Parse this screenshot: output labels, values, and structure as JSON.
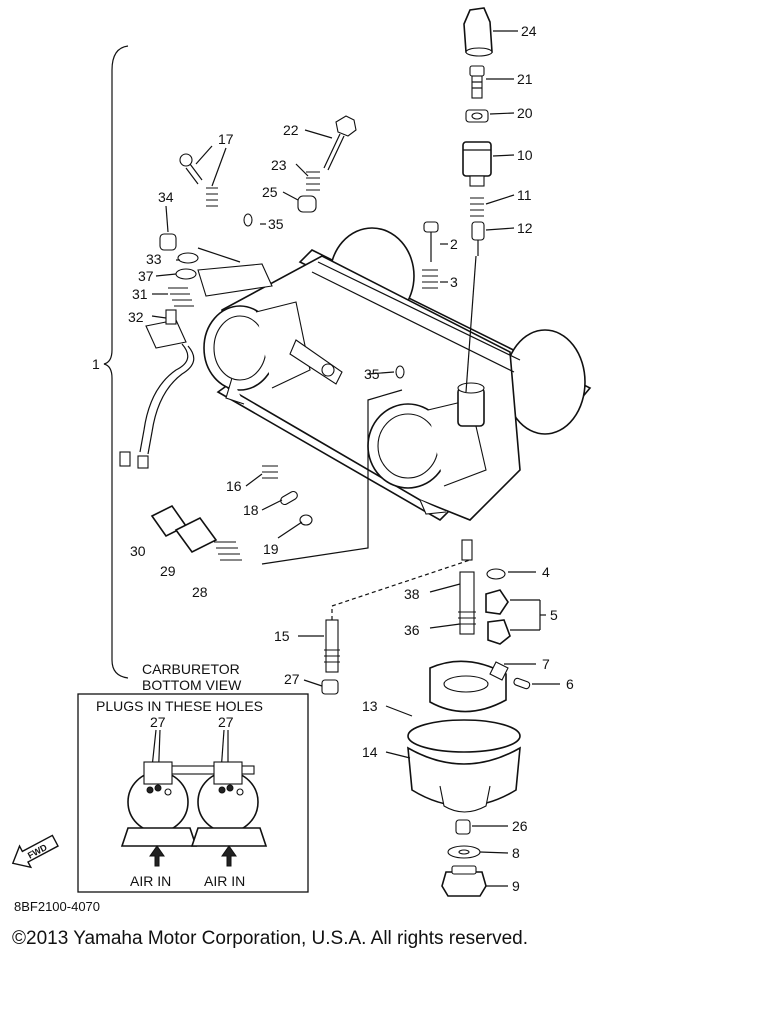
{
  "callouts": [
    {
      "label": "24"
    },
    {
      "label": "21"
    },
    {
      "label": "20"
    },
    {
      "label": "10"
    },
    {
      "label": "11"
    },
    {
      "label": "12"
    },
    {
      "label": "22"
    },
    {
      "label": "17"
    },
    {
      "label": "23"
    },
    {
      "label": "25"
    },
    {
      "label": "35"
    },
    {
      "label": "34"
    },
    {
      "label": "2"
    },
    {
      "label": "3"
    },
    {
      "label": "33"
    },
    {
      "label": "37"
    },
    {
      "label": "31"
    },
    {
      "label": "32"
    },
    {
      "label": "1"
    },
    {
      "label": "35"
    },
    {
      "label": "16"
    },
    {
      "label": "18"
    },
    {
      "label": "19"
    },
    {
      "label": "30"
    },
    {
      "label": "29"
    },
    {
      "label": "28"
    },
    {
      "label": "4"
    },
    {
      "label": "38"
    },
    {
      "label": "5"
    },
    {
      "label": "36"
    },
    {
      "label": "15"
    },
    {
      "label": "7"
    },
    {
      "label": "27"
    },
    {
      "label": "6"
    },
    {
      "label": "13"
    },
    {
      "label": "14"
    },
    {
      "label": "26"
    },
    {
      "label": "8"
    },
    {
      "label": "9"
    }
  ],
  "inset": {
    "title_line1": "CARBURETOR",
    "title_line2": "BOTTOM VIEW",
    "subtitle": "PLUGS IN THESE HOLES",
    "left_ref": "27",
    "right_ref": "27",
    "left_arrow_label": "AIR IN",
    "right_arrow_label": "AIR IN"
  },
  "fwd_label": "FWD",
  "diagram_code": "8BF2100-4070",
  "copyright": "©2013 Yamaha Motor Corporation, U.S.A. All rights reserved."
}
